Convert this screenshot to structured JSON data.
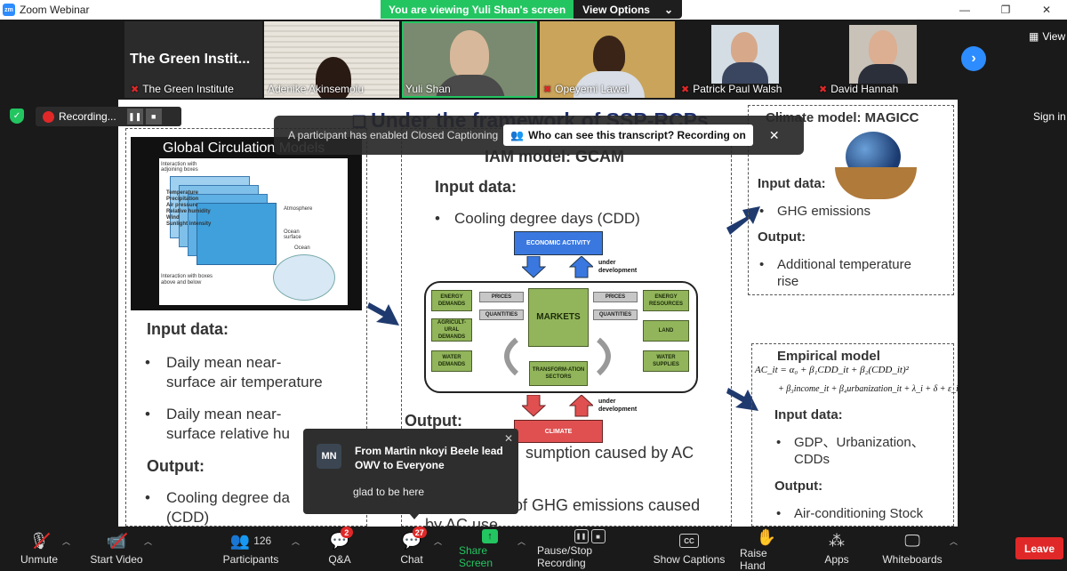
{
  "window": {
    "logo": "zm",
    "title": "Zoom Webinar",
    "viewing_text": "You are viewing Yuli Shan's screen",
    "view_options": "View Options",
    "view_label": "View",
    "sign_in": "Sign in"
  },
  "participants": {
    "host_display": "The Green Instit...",
    "tiles": [
      {
        "name": "The Green Institute"
      },
      {
        "name": "Adenike Akinsemolu"
      },
      {
        "name": "Yuli Shan"
      },
      {
        "name": "Opeyemi Lawal"
      },
      {
        "name": "Patrick Paul Walsh"
      },
      {
        "name": "David Hannah"
      }
    ]
  },
  "recording": {
    "label": "Recording..."
  },
  "captions": {
    "text": "A participant has enabled Closed Captioning",
    "button": "Who can see this transcript? Recording on"
  },
  "slide": {
    "title": "Under the framework of SSP-RCPs",
    "gcm": {
      "image_title": "Global Circulation Models",
      "img_labels": [
        "Interaction with",
        "adjoining boxes",
        "Temperature",
        "Precipitation",
        "Air pressure",
        "Relative humidity",
        "Wind",
        "Sunlight intensity",
        "Atmosphere",
        "Ocean",
        "surface",
        "Ocean",
        "Interaction with boxes",
        "above and below"
      ],
      "input_heading": "Input data:",
      "input_items": [
        "Daily mean near-",
        "surface air temperature",
        "Daily mean near-",
        "surface relative hu"
      ],
      "output_heading": "Output:",
      "output_items": [
        "Cooling degree da",
        "(CDD)"
      ]
    },
    "gcam": {
      "heading": "IAM model: GCAM",
      "input_heading": "Input data:",
      "input_item": "Cooling degree days (CDD)",
      "economic_activity": "ECONOMIC ACTIVITY",
      "under_development": [
        "under",
        "development"
      ],
      "boxes": [
        "ENERGY DEMANDS",
        "AGRICULT-URAL DEMANDS",
        "WATER DEMANDS",
        "MARKETS",
        "TRANSFORM-ATION SECTORS",
        "ENERGY RESOURCES",
        "LAND",
        "WATER SUPPLIES"
      ],
      "prices": "PRICES",
      "quantities": "QUANTITIES",
      "climate": "CLIMATE",
      "output_heading": "Output:",
      "output_items": [
        "sumption caused by AC",
        "of GHG emissions caused",
        "by AC use"
      ]
    },
    "magicc": {
      "heading": "Climate model: MAGICC",
      "input_heading": "Input data:",
      "input_item": "GHG emissions",
      "output_heading": "Output:",
      "output_items": [
        "Additional temperature",
        "rise"
      ]
    },
    "empirical": {
      "heading": "Empirical model",
      "formula_1": "AC_it = α₀ + β₁CDD_it + β₂(CDD_it)²",
      "formula_2": "+ β₃income_it + β₄urbanization_it + λ_i + δ + ε_it",
      "input_heading": "Input data:",
      "input_items": [
        "GDP、Urbanization、",
        "CDDs"
      ],
      "output_heading": "Output:",
      "output_item": "Air-conditioning Stock"
    }
  },
  "chat_popup": {
    "avatar": "MN",
    "from": "From Martin nkoyi Beele lead OWV to Everyone",
    "message": "glad to be here"
  },
  "toolbar": {
    "unmute": "Unmute",
    "start_video": "Start Video",
    "participants": "Participants",
    "participants_count": "126",
    "qa": "Q&A",
    "qa_badge": "2",
    "chat": "Chat",
    "chat_badge": "27",
    "share_screen": "Share Screen",
    "pause_stop": "Pause/Stop Recording",
    "show_captions": "Show Captions",
    "cc_glyph": "CC",
    "raise_hand": "Raise Hand",
    "apps": "Apps",
    "whiteboards": "Whiteboards",
    "leave": "Leave"
  },
  "colors": {
    "zoom_blue": "#2d8cff",
    "viewing_green": "#23c561",
    "leave_red": "#e02828",
    "slide_title": "#1f2f6e"
  }
}
